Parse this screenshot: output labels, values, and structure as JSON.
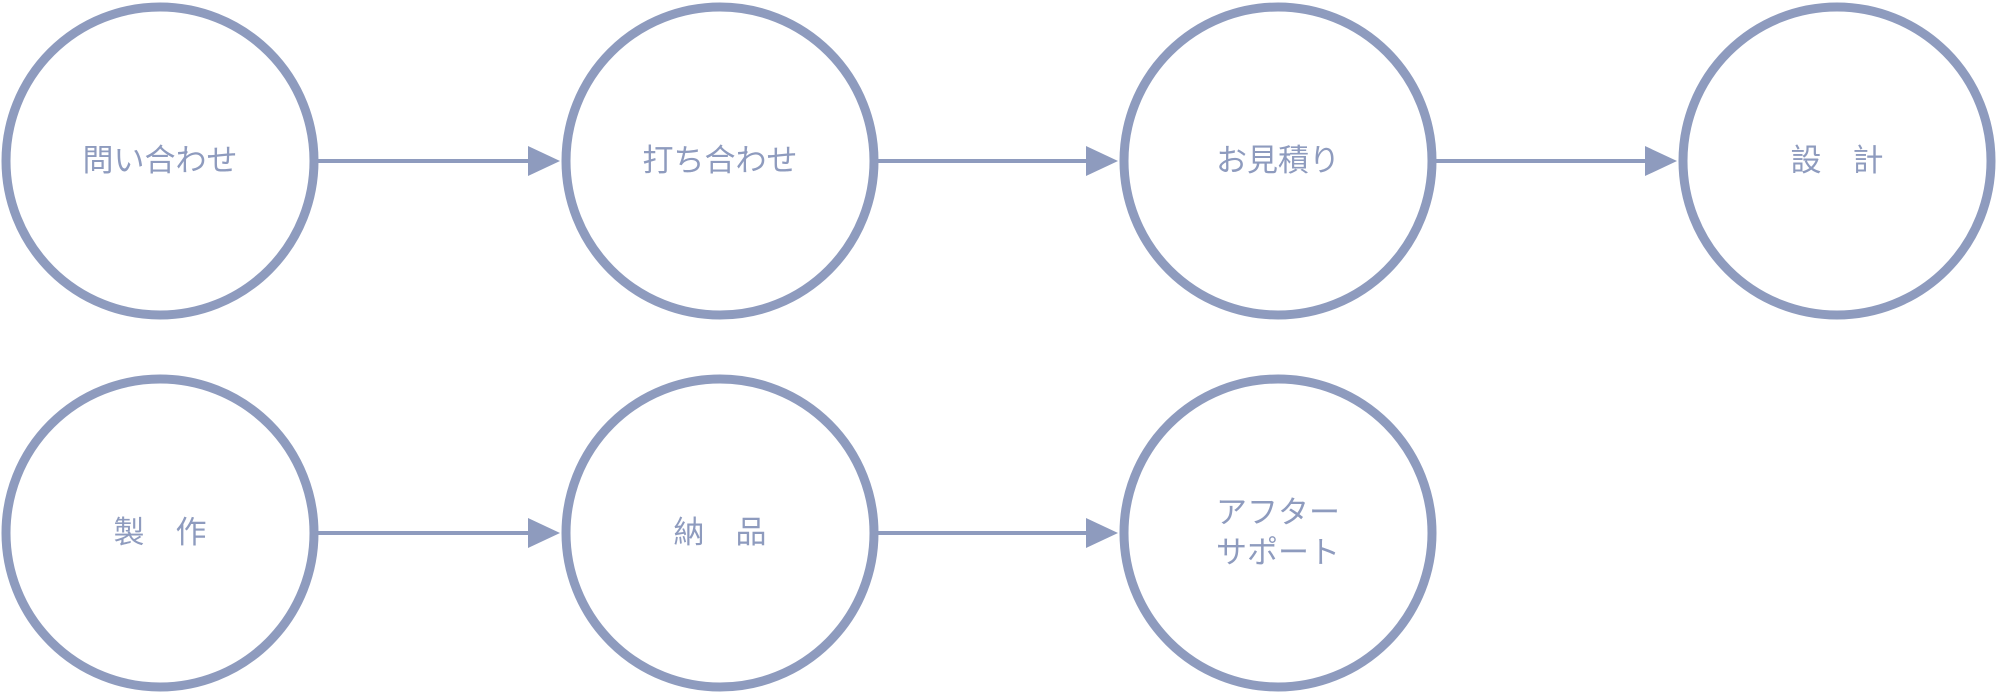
{
  "colors": {
    "accent": "#8e9bbe",
    "background": "#ffffff"
  },
  "steps": [
    {
      "id": "inquiry",
      "lines": [
        "問い合わせ"
      ]
    },
    {
      "id": "meeting",
      "lines": [
        "打ち合わせ"
      ]
    },
    {
      "id": "estimate",
      "lines": [
        "お見積り"
      ]
    },
    {
      "id": "design",
      "lines": [
        "設　計"
      ]
    },
    {
      "id": "production",
      "lines": [
        "製　作"
      ]
    },
    {
      "id": "delivery",
      "lines": [
        "納　品"
      ]
    },
    {
      "id": "after-support",
      "lines": [
        "アフター",
        "サポート"
      ]
    }
  ],
  "connections": [
    {
      "from": "inquiry",
      "to": "meeting"
    },
    {
      "from": "meeting",
      "to": "estimate"
    },
    {
      "from": "estimate",
      "to": "design"
    },
    {
      "from": "production",
      "to": "delivery"
    },
    {
      "from": "delivery",
      "to": "after-support"
    }
  ]
}
